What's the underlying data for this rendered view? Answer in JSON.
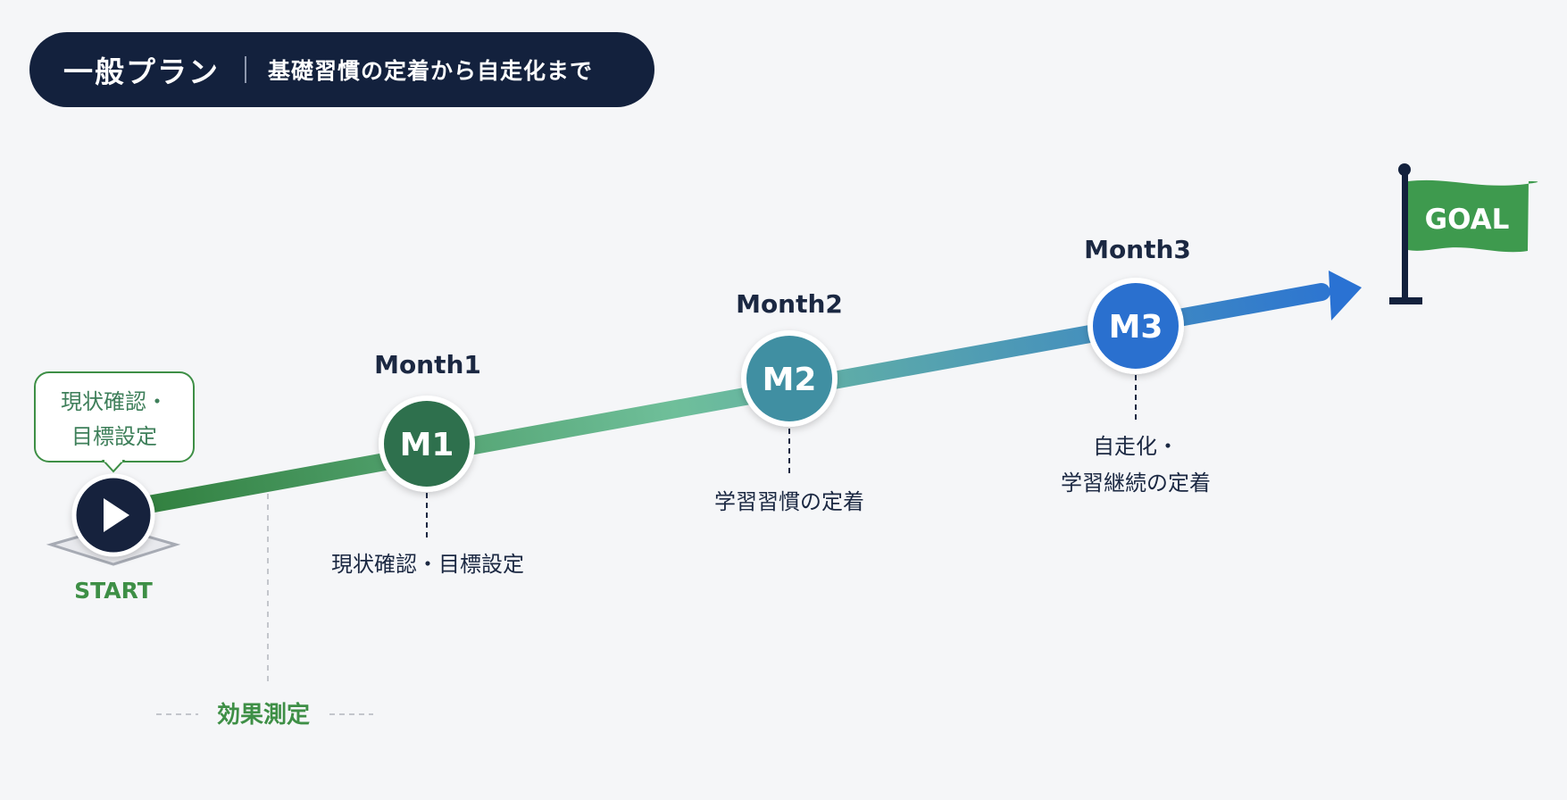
{
  "header": {
    "title": "一般プラン",
    "subtitle": "基礎習慣の定着から自走化まで"
  },
  "start": {
    "label": "START",
    "bubble_line1": "現状確認・",
    "bubble_line2": "目標設定"
  },
  "goal": {
    "label": "GOAL"
  },
  "milestones": [
    {
      "month_label": "Month1",
      "marker": "M1",
      "desc_line1": "現状確認・目標設定",
      "desc_line2": ""
    },
    {
      "month_label": "Month2",
      "marker": "M2",
      "desc_line1": "学習習慣の定着",
      "desc_line2": ""
    },
    {
      "month_label": "Month3",
      "marker": "M3",
      "desc_line1": "自走化・",
      "desc_line2": "学習継続の定着"
    }
  ],
  "effect_measurement": {
    "label": "効果測定"
  },
  "colors": {
    "navy": "#13213d",
    "green_dark": "#2e7d3a",
    "green_light": "#6fbf9a",
    "blue": "#2a72d3",
    "flag_green": "#3e9a4e",
    "start_green": "#3e8f46"
  }
}
